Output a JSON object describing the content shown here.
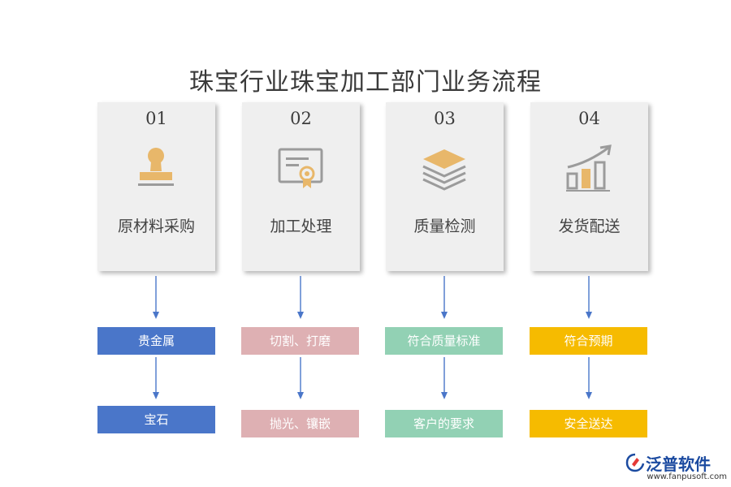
{
  "title": "珠宝行业珠宝加工部门业务流程",
  "colors": {
    "blue": "#4a76c9",
    "pink": "#deb0b3",
    "green": "#92d1b4",
    "yellow": "#f6bb00",
    "icon_accent": "#e8b76a",
    "icon_gray": "#9b9b9b",
    "arrow": "#4a76c9"
  },
  "steps": [
    {
      "num": "01",
      "label": "原材料采购",
      "icon": "stamp-icon",
      "items": [
        "贵金属",
        "宝石"
      ]
    },
    {
      "num": "02",
      "label": "加工处理",
      "icon": "certificate-icon",
      "items": [
        "切割、打磨",
        "抛光、镶嵌"
      ]
    },
    {
      "num": "03",
      "label": "质量检测",
      "icon": "layers-icon",
      "items": [
        "符合质量标准",
        "客户的要求"
      ]
    },
    {
      "num": "04",
      "label": "发货配送",
      "icon": "growth-chart-icon",
      "items": [
        "符合预期",
        "安全送达"
      ]
    }
  ],
  "logo": {
    "name": "泛普软件",
    "url": "www.fanpusoft.com"
  }
}
